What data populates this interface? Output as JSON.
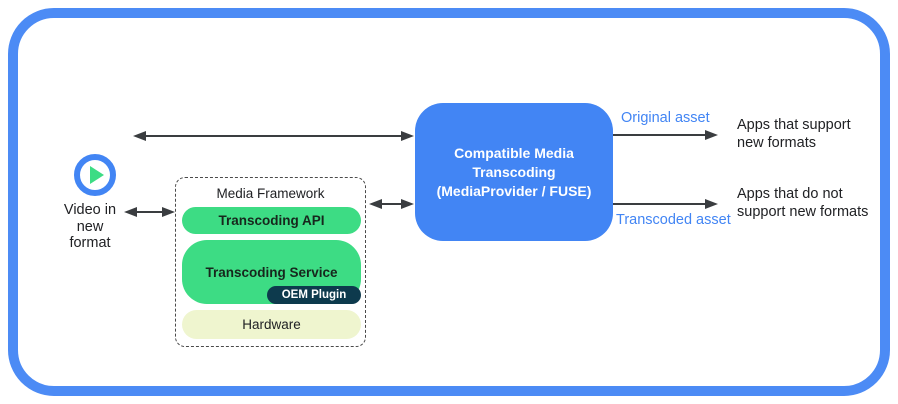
{
  "diagram": {
    "source": {
      "icon": "play-icon",
      "label": "Video in\nnew\nformat"
    },
    "framework": {
      "title": "Media Framework",
      "layers": {
        "api": "Transcoding API",
        "service": "Transcoding Service",
        "oem_plugin": "OEM Plugin",
        "hardware": "Hardware"
      }
    },
    "transcoder": {
      "label": "Compatible Media\nTranscoding\n(MediaProvider / FUSE)"
    },
    "outputs": {
      "original": {
        "label": "Original asset",
        "target": "Apps that support\nnew formats"
      },
      "transcoded": {
        "label": "Transcoded asset",
        "target": "Apps that do not\nsupport new formats"
      }
    },
    "colors": {
      "frame_blue": "#4c8bf5",
      "transcoder_blue": "#4285f4",
      "asset_label_blue": "#4285f4",
      "layer_green": "#3ddc84",
      "hardware_pale": "#eff5cf",
      "oem_navy": "#0d3a4d",
      "arrow_gray": "#3a3d40"
    }
  }
}
